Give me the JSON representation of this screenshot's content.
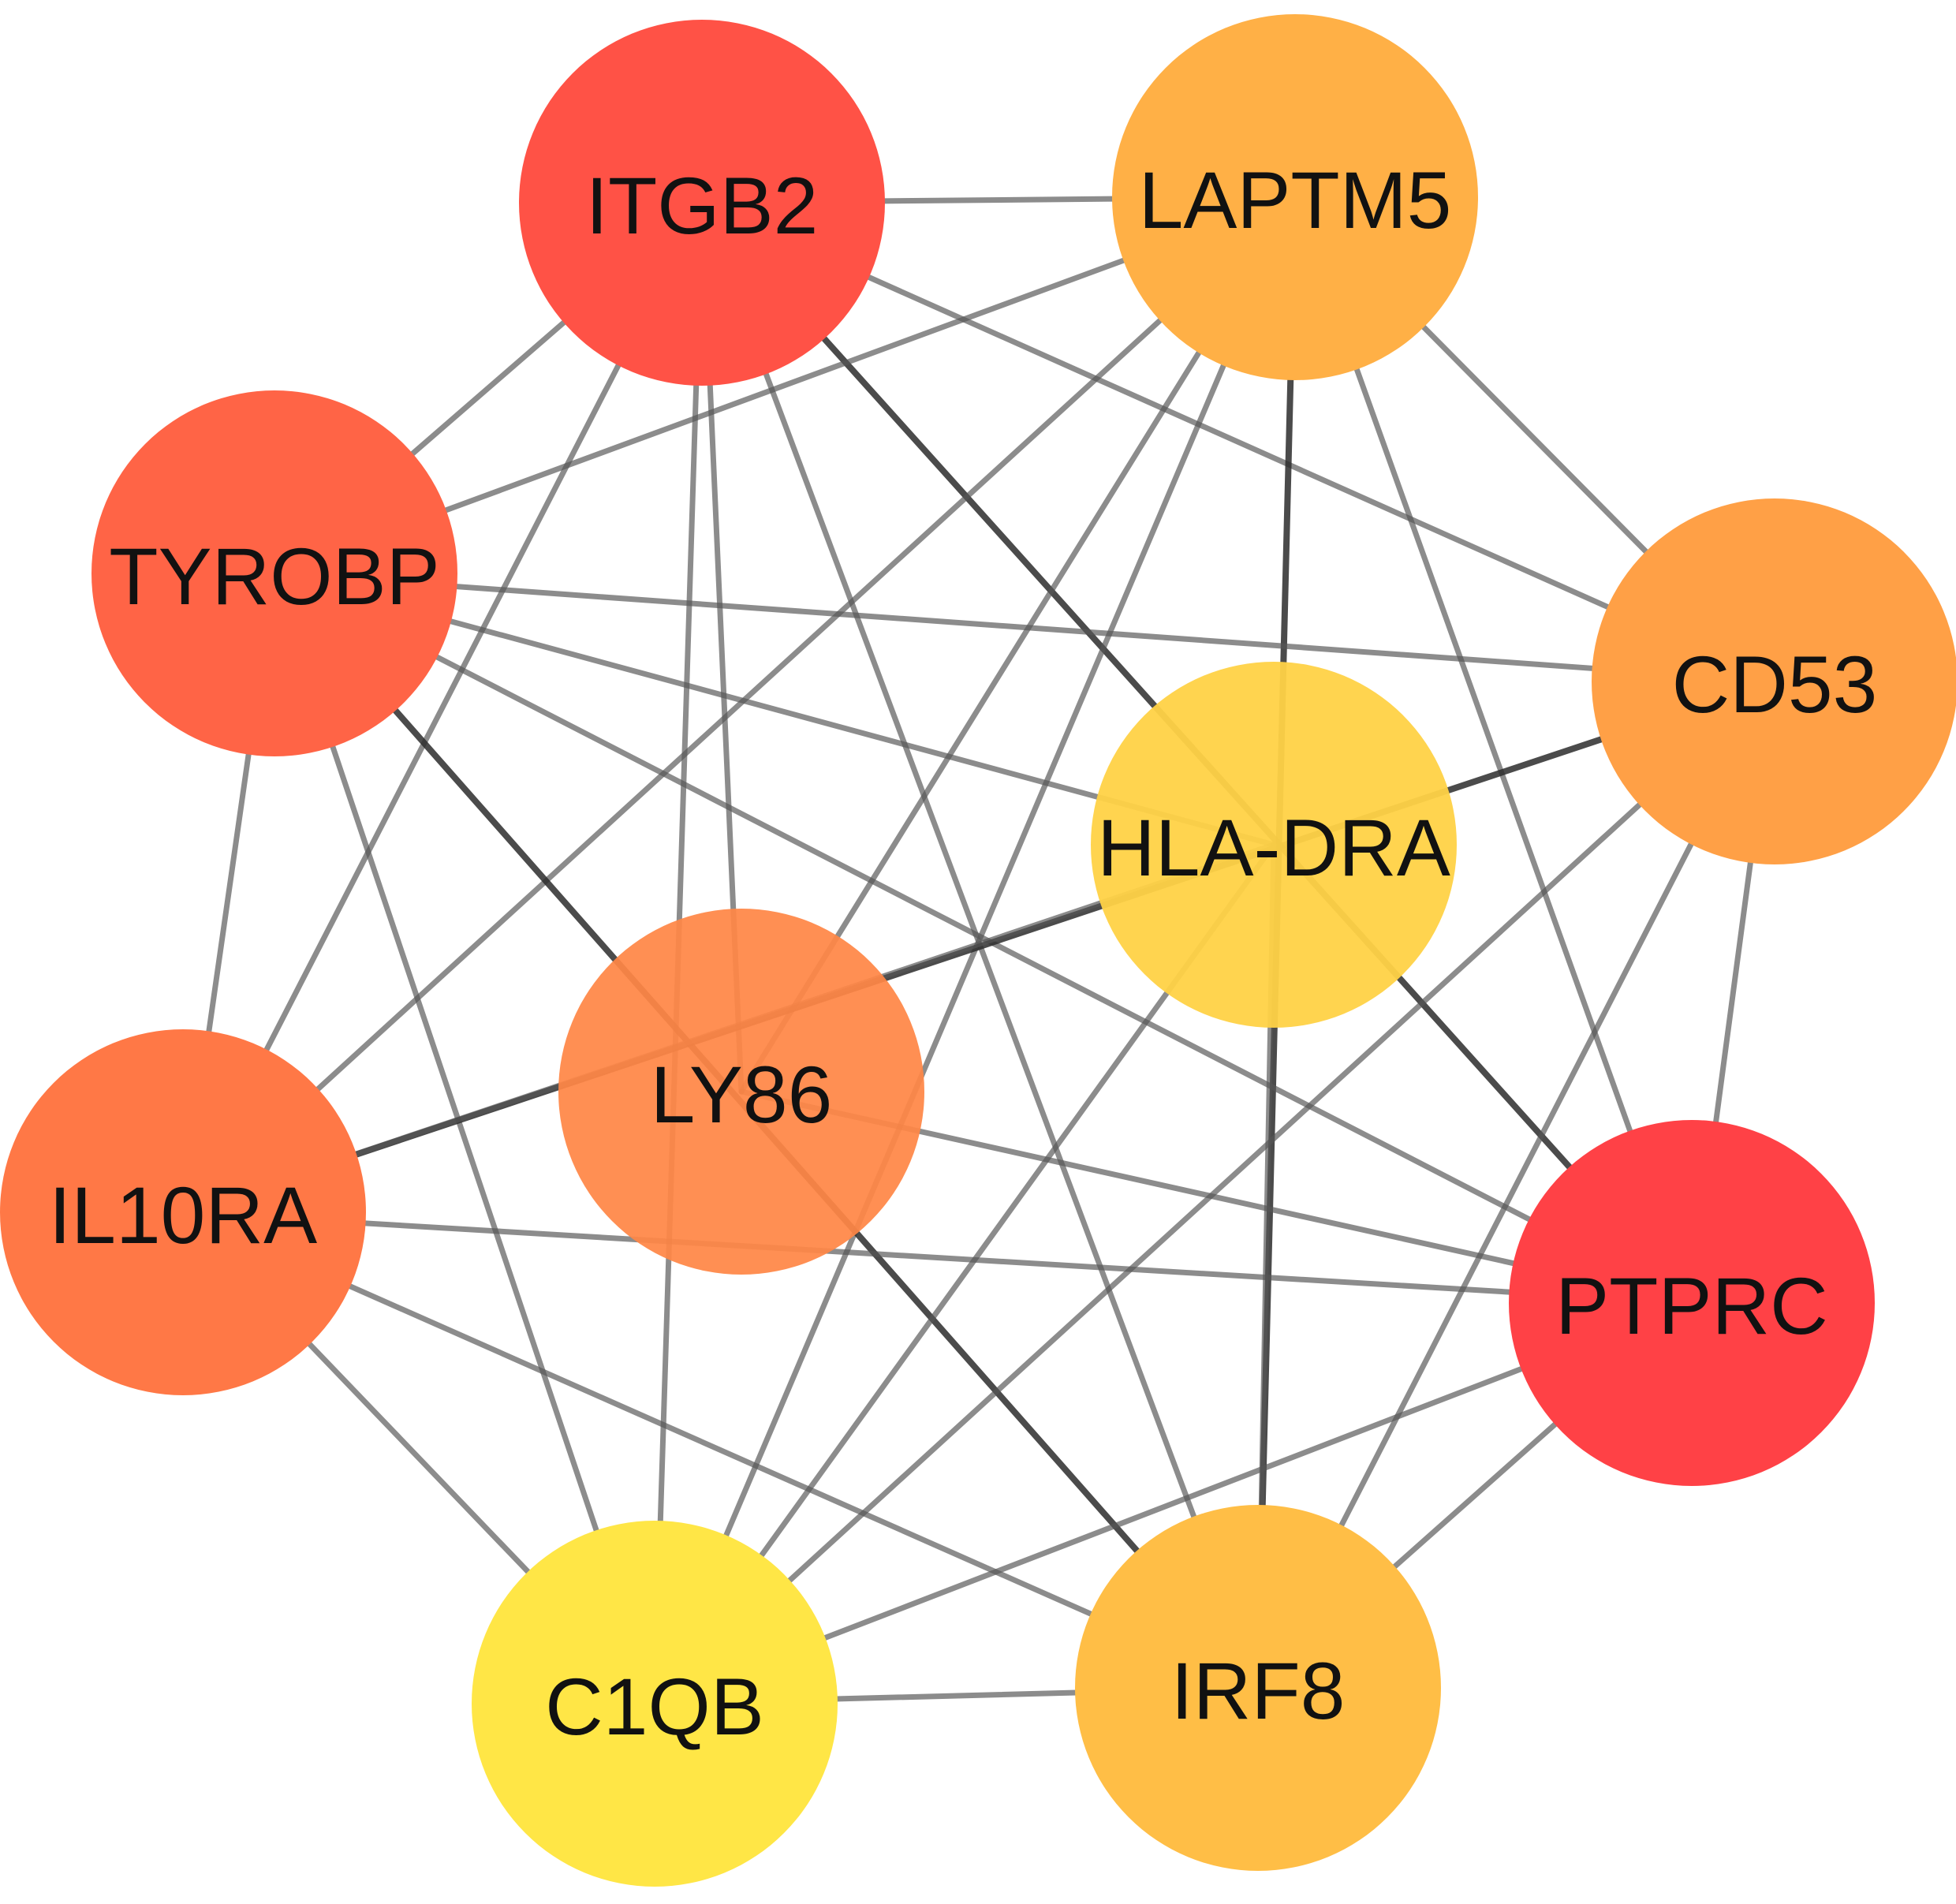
{
  "nodes": [
    {
      "id": "ITGB2",
      "label": "ITGB2",
      "color": "#FF5246"
    },
    {
      "id": "LAPTM5",
      "label": "LAPTM5",
      "color": "#FFB046"
    },
    {
      "id": "TYROBP",
      "label": "TYROBP",
      "color": "#FF6446"
    },
    {
      "id": "CD53",
      "label": "CD53",
      "color": "#FFA046"
    },
    {
      "id": "HLA-DRA",
      "label": "HLA-DRA",
      "color": "#FFD246"
    },
    {
      "id": "LY86",
      "label": "LY86",
      "color": "#FF8746"
    },
    {
      "id": "IL10RA",
      "label": "IL10RA",
      "color": "#FF7846"
    },
    {
      "id": "PTPRC",
      "label": "PTPRC",
      "color": "#FF4146"
    },
    {
      "id": "C1QB",
      "label": "C1QB",
      "color": "#FFE646"
    },
    {
      "id": "IRF8",
      "label": "IRF8",
      "color": "#FFBE46"
    }
  ],
  "edges": [
    [
      "ITGB2",
      "LAPTM5"
    ],
    [
      "ITGB2",
      "TYROBP"
    ],
    [
      "ITGB2",
      "CD53"
    ],
    [
      "ITGB2",
      "LY86"
    ],
    [
      "ITGB2",
      "IL10RA"
    ],
    [
      "ITGB2",
      "PTPRC"
    ],
    [
      "ITGB2",
      "C1QB"
    ],
    [
      "ITGB2",
      "IRF8"
    ],
    [
      "LAPTM5",
      "TYROBP"
    ],
    [
      "LAPTM5",
      "CD53"
    ],
    [
      "LAPTM5",
      "LY86"
    ],
    [
      "LAPTM5",
      "IL10RA"
    ],
    [
      "LAPTM5",
      "PTPRC"
    ],
    [
      "LAPTM5",
      "C1QB"
    ],
    [
      "LAPTM5",
      "IRF8"
    ],
    [
      "TYROBP",
      "CD53"
    ],
    [
      "TYROBP",
      "HLA-DRA"
    ],
    [
      "TYROBP",
      "IL10RA"
    ],
    [
      "TYROBP",
      "PTPRC"
    ],
    [
      "TYROBP",
      "C1QB"
    ],
    [
      "TYROBP",
      "IRF8"
    ],
    [
      "CD53",
      "IL10RA"
    ],
    [
      "CD53",
      "PTPRC"
    ],
    [
      "CD53",
      "C1QB"
    ],
    [
      "CD53",
      "IRF8"
    ],
    [
      "HLA-DRA",
      "IL10RA"
    ],
    [
      "HLA-DRA",
      "C1QB"
    ],
    [
      "HLA-DRA",
      "IRF8"
    ],
    [
      "LY86",
      "PTPRC"
    ],
    [
      "IL10RA",
      "PTPRC"
    ],
    [
      "IL10RA",
      "C1QB"
    ],
    [
      "IL10RA",
      "IRF8"
    ],
    [
      "PTPRC",
      "C1QB"
    ],
    [
      "PTPRC",
      "IRF8"
    ],
    [
      "C1QB",
      "IRF8"
    ]
  ],
  "strong_edges": [
    [
      "ITGB2",
      "PTPRC"
    ],
    [
      "TYROBP",
      "IRF8"
    ],
    [
      "CD53",
      "IL10RA"
    ],
    [
      "LAPTM5",
      "IRF8"
    ]
  ]
}
